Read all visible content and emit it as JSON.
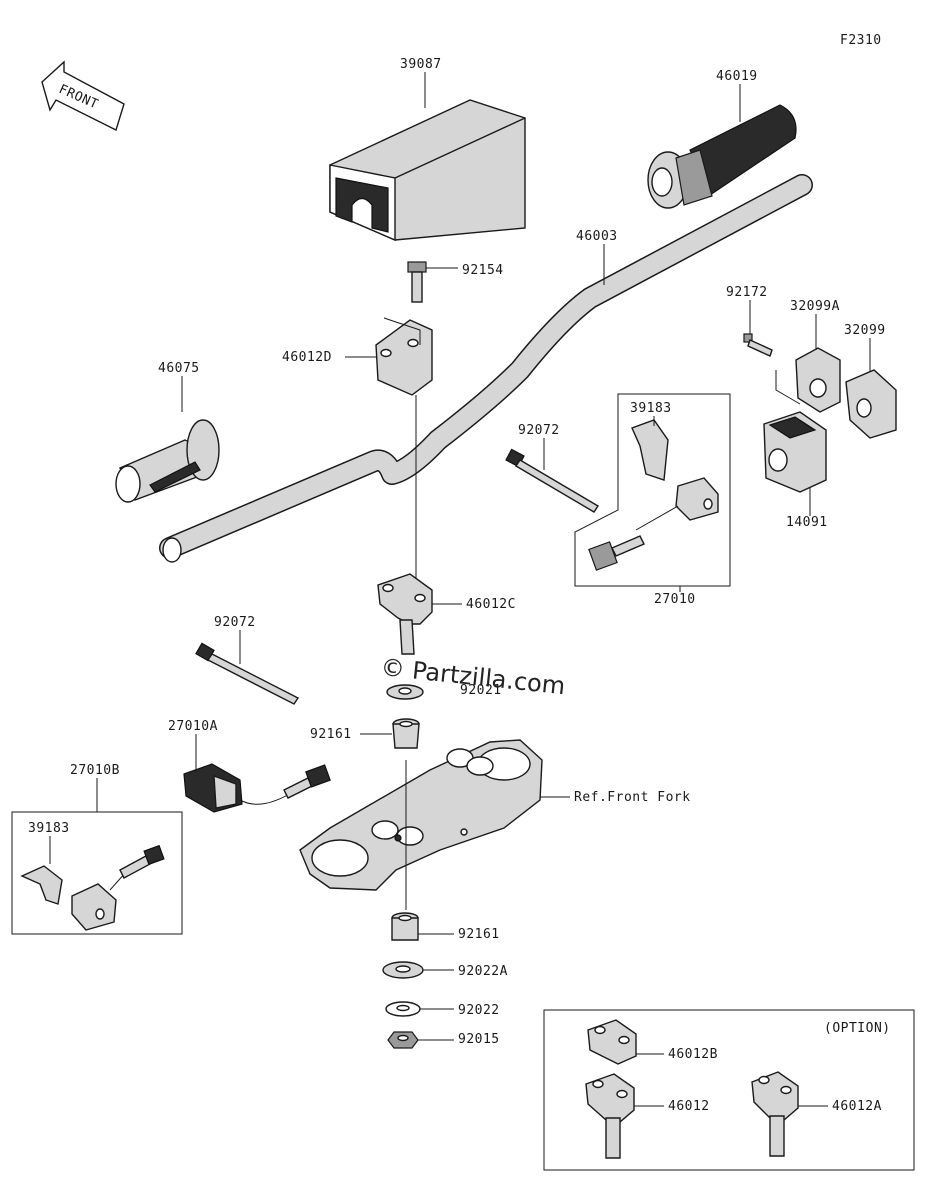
{
  "diagram_code": "F2310",
  "front_arrow_label": "FRONT",
  "watermark": "Partzilla.com",
  "watermark_symbol": "©",
  "callouts": {
    "c39087": "39087",
    "c46019": "46019",
    "c46003": "46003",
    "c92154": "92154",
    "c46012D": "46012D",
    "c46075": "46075",
    "c92172": "92172",
    "c32099A": "32099A",
    "c32099": "32099",
    "c39183_top": "39183",
    "c92072_top": "92072",
    "c14091": "14091",
    "c27010": "27010",
    "c46012C": "46012C",
    "c92072_left": "92072",
    "c92021": "92021",
    "c27010A": "27010A",
    "c92161_top": "92161",
    "c27010B": "27010B",
    "c39183_left": "39183",
    "ref_front_fork": "Ref.Front Fork",
    "c92161_bottom": "92161",
    "c92022A": "92022A",
    "c92022": "92022",
    "c92015": "92015",
    "option": "(OPTION)",
    "c46012B": "46012B",
    "c46012": "46012",
    "c46012A": "46012A"
  }
}
